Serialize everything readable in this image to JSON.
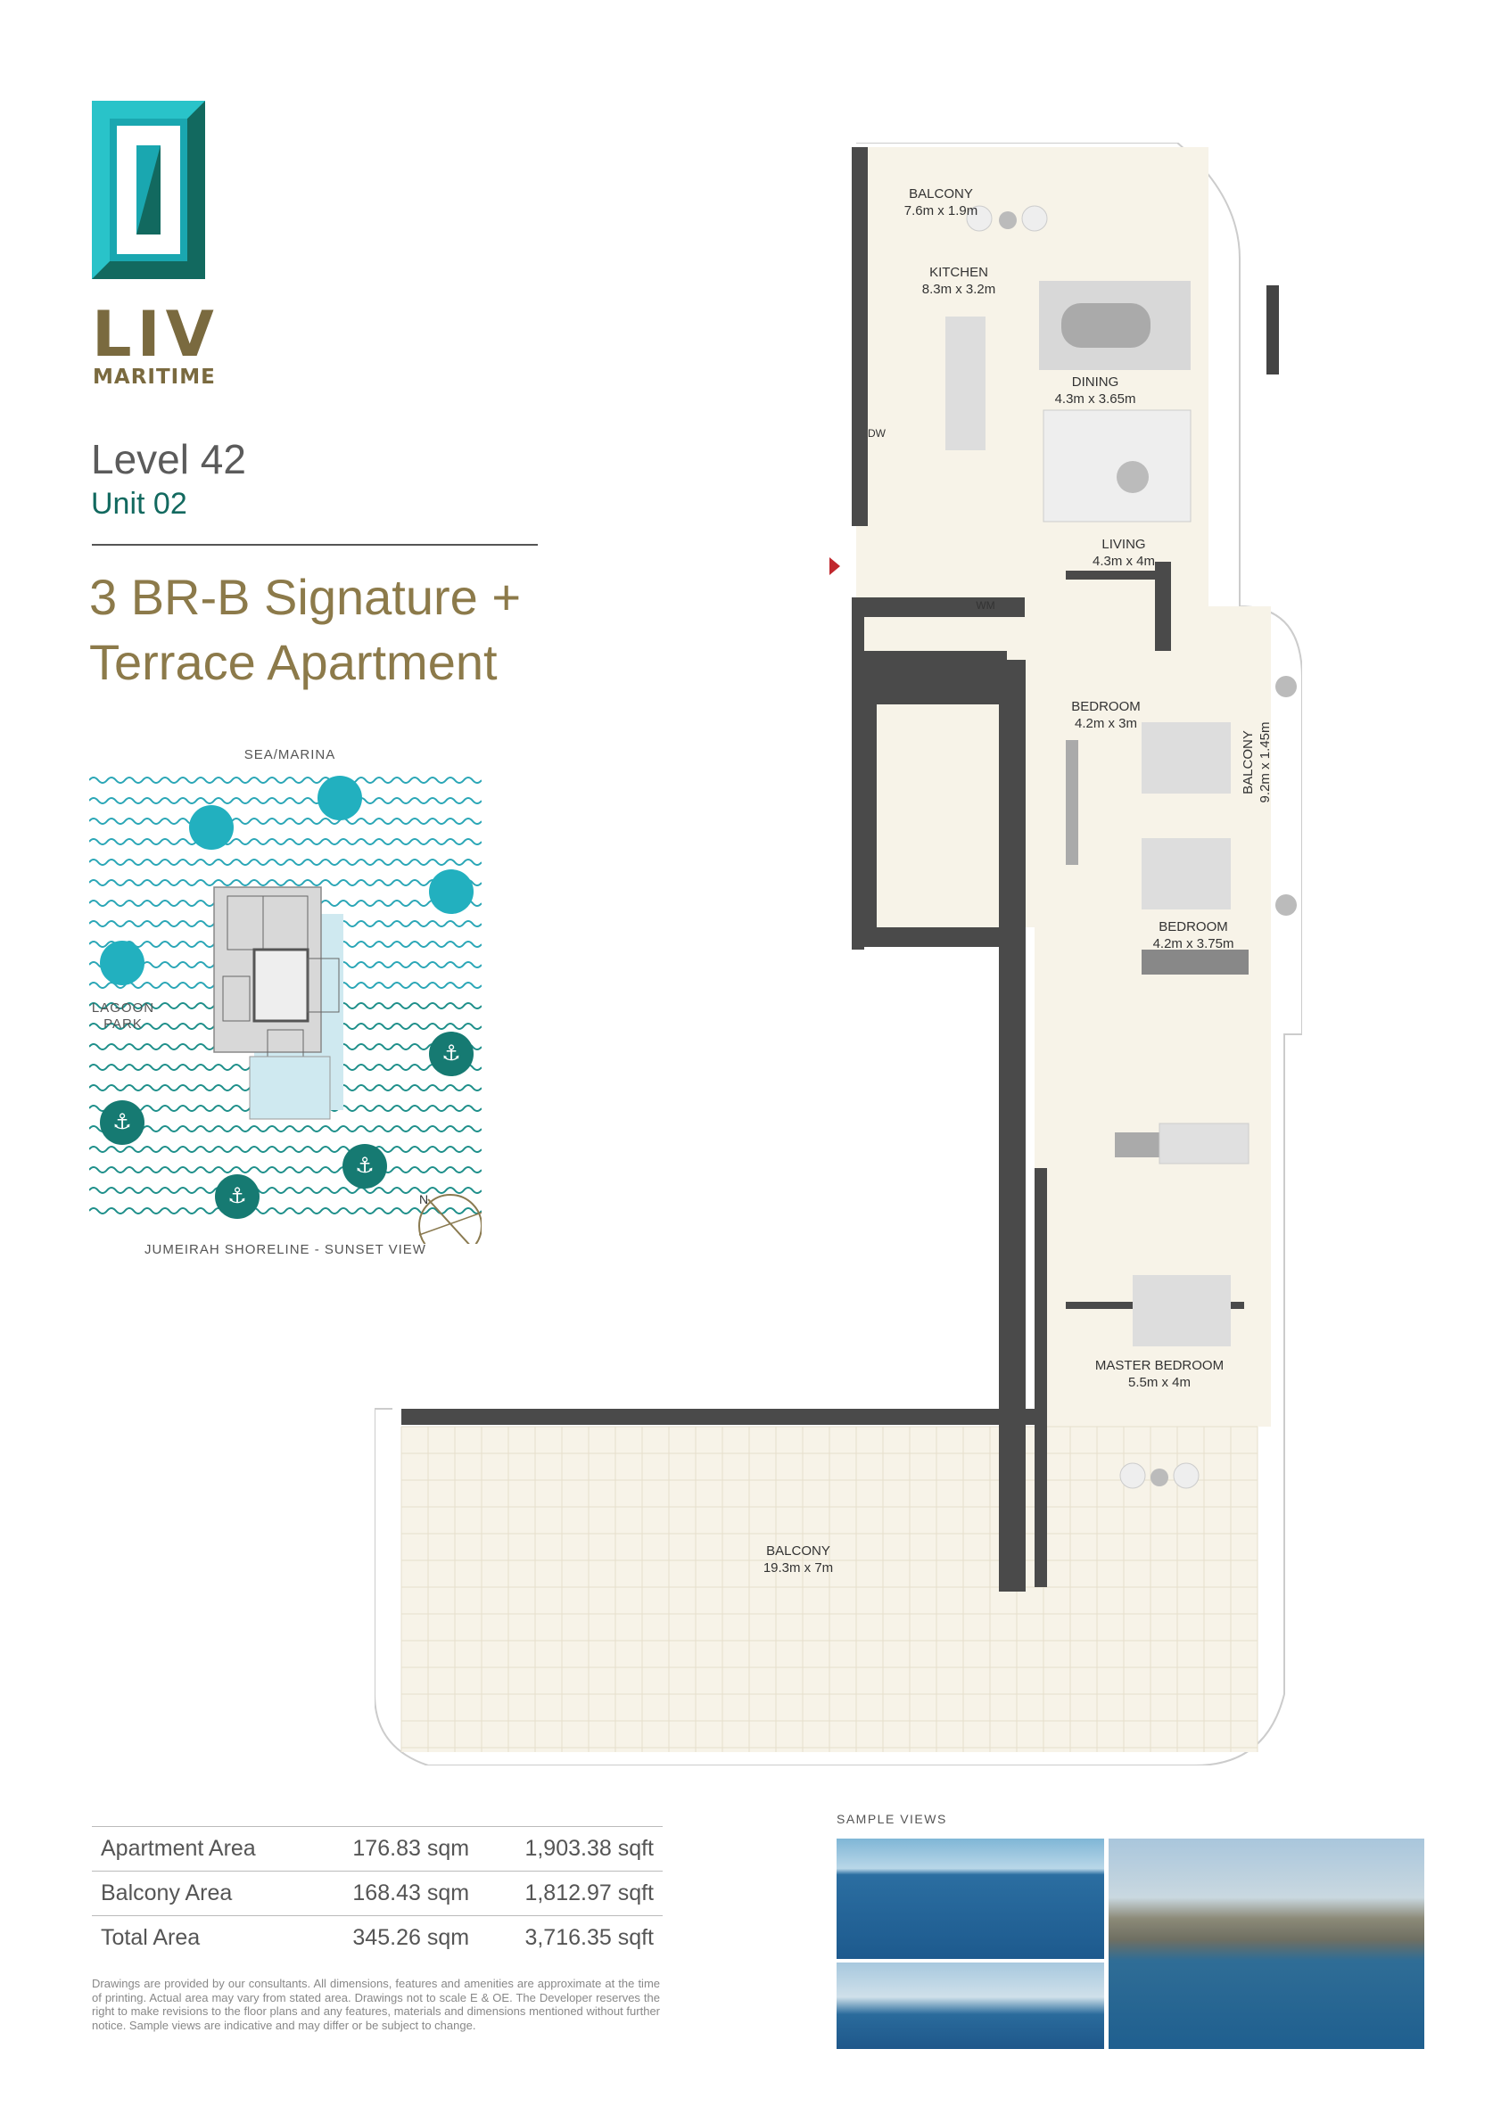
{
  "brand": {
    "name": "LIV",
    "subname": "MARITIME"
  },
  "unit_info": {
    "level": "Level 42",
    "unit": "Unit 02",
    "title_line1": "3 BR-B Signature +",
    "title_line2": "Terrace Apartment"
  },
  "site_map": {
    "top_label": "SEA/MARINA",
    "left_label_line1": "LAGOON",
    "left_label_line2": "PARK",
    "bottom_label": "JUMEIRAH SHORELINE - SUNSET VIEW",
    "compass_letter": "N",
    "icons": [
      "yacht-icon",
      "anchor-icon",
      "park-icon"
    ]
  },
  "rooms": {
    "balcony_top": {
      "name": "BALCONY",
      "size": "7.6m x 1.9m"
    },
    "kitchen": {
      "name": "KITCHEN",
      "size": "8.3m x 3.2m"
    },
    "dining": {
      "name": "DINING",
      "size": "4.3m x 3.65m"
    },
    "living": {
      "name": "LIVING",
      "size": "4.3m x 4m"
    },
    "bedroom1": {
      "name": "BEDROOM",
      "size": "4.2m x 3m"
    },
    "balcony_side": {
      "name": "BALCONY",
      "size": "9.2m x 1.45m"
    },
    "bedroom2": {
      "name": "BEDROOM",
      "size": "4.2m x 3.75m"
    },
    "master": {
      "name": "MASTER BEDROOM",
      "size": "5.5m x 4m"
    },
    "terrace": {
      "name": "BALCONY",
      "size": "19.3m x 7m"
    },
    "dw": "DW",
    "wm": "WM"
  },
  "areas": {
    "rows": [
      {
        "label": "Apartment Area",
        "sqm": "176.83 sqm",
        "sqft": "1,903.38 sqft"
      },
      {
        "label": "Balcony Area",
        "sqm": "168.43 sqm",
        "sqft": "1,812.97 sqft"
      },
      {
        "label": "Total Area",
        "sqm": "345.26 sqm",
        "sqft": "3,716.35 sqft"
      }
    ]
  },
  "disclaimer": "Drawings are provided by our consultants. All dimensions, features and amenities are approximate at the time of printing. Actual area may vary from stated area. Drawings not to scale E & OE. The Developer reserves the right to make revisions to the floor plans and any features, materials and dimensions mentioned without further notice. Sample views are indicative and may differ or be subject to change.",
  "sample_views": {
    "label": "SAMPLE VIEWS"
  },
  "colors": {
    "brand_teal": "#1aa7b0",
    "brand_dark_teal": "#12695f",
    "brand_gold": "#8c7a4a",
    "floor": "#f7f3e8",
    "wall": "#4a4a4a"
  }
}
